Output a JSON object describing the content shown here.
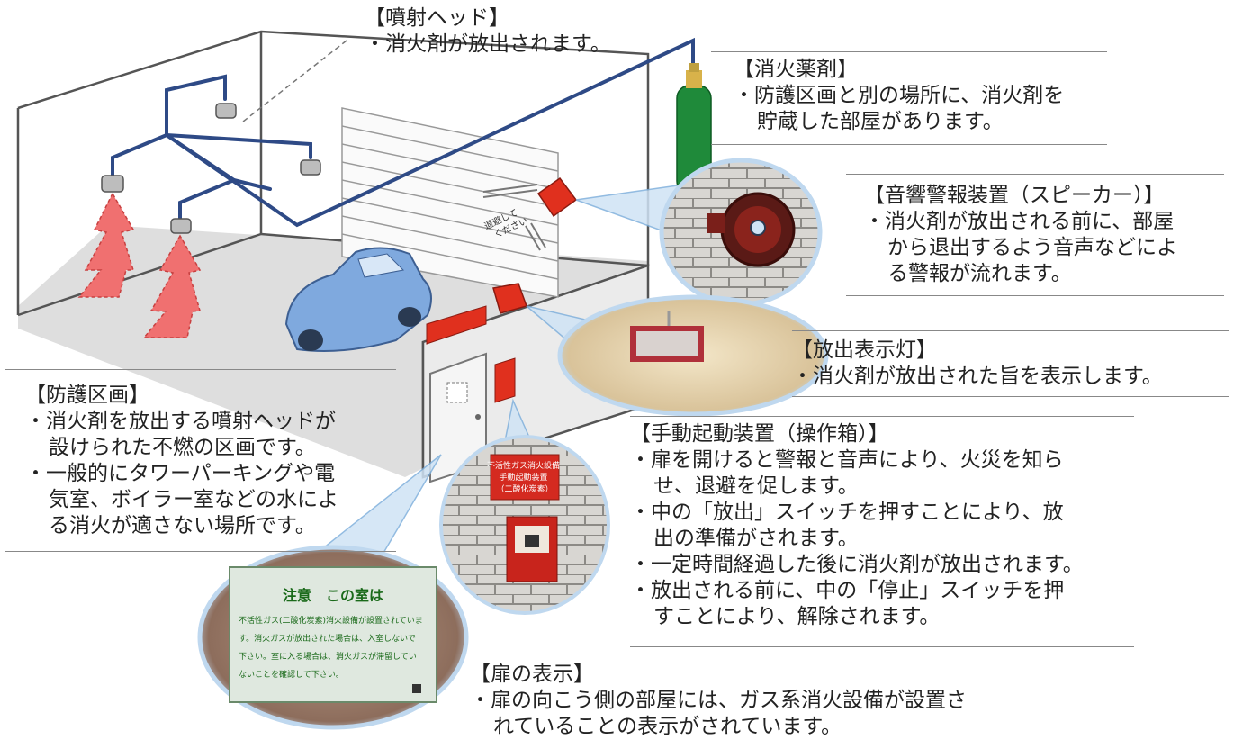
{
  "labels": {
    "head": {
      "title": "【噴射ヘッド】",
      "lines": [
        "・消火剤が放出されます。"
      ]
    },
    "agent": {
      "title": "【消火薬剤】",
      "lines": [
        "・防護区画と別の場所に、消火剤を",
        "貯蔵した部屋があります。"
      ]
    },
    "speaker": {
      "title": "【音響警報装置（スピーカー）】",
      "lines": [
        "・消火剤が放出される前に、部屋",
        "から退出するよう音声などによ",
        "る警報が流れます。"
      ]
    },
    "lamp": {
      "title": "【放出表示灯】",
      "lines": [
        "・消火剤が放出された旨を表示します。"
      ]
    },
    "zone": {
      "title": "【防護区画】",
      "lines": [
        "・消火剤を放出する噴射ヘッドが",
        "設けられた不燃の区画です。",
        "・一般的にタワーパーキングや電",
        "気室、ボイラー室などの水によ",
        "る消火が適さない場所です。"
      ]
    },
    "manual": {
      "title": "【手動起動装置（操作箱）】",
      "lines": [
        "・扉を開けると警報と音声により、火災を知ら",
        "せ、退避を促します。",
        "・中の「放出」スイッチを押すことにより、放",
        "出の準備がされます。",
        "・一定時間経過した後に消火剤が放出されます。",
        "・放出される前に、中の「停止」スイッチを押",
        "すことにより、解除されます。"
      ]
    },
    "door": {
      "title": "【扉の表示】",
      "lines": [
        "・扉の向こう側の部屋には、ガス系消火設備が設置さ",
        "れていることの表示がされています。"
      ]
    }
  },
  "scene_text": {
    "evacuate_sign": [
      "退避して",
      "ください"
    ],
    "box_sign": [
      "不活性ガス消火設備",
      "手動起動装置",
      "（二酸化炭素）"
    ],
    "notice_title": "注意　この室は",
    "notice_lines": [
      "不活性ガス(二酸化炭素)消火設備が設置されていま",
      "す。消火ガスが放出された場合は、入室しないで",
      "下さい。室に入る場合は、消火ガスが滞留してい",
      "ないことを確認して下さい。"
    ]
  },
  "colors": {
    "pipe": "#2e4a86",
    "cylinder": "#1f8a3a",
    "spray": "#f07070",
    "alarm_red": "#e0301e",
    "wall_line": "#555555",
    "floor": "#dcdcdc"
  }
}
